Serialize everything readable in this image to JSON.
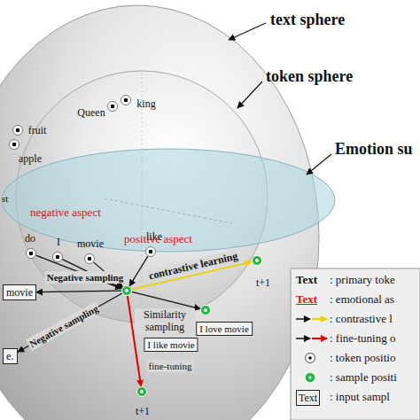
{
  "diagram": {
    "nodes": [
      {
        "text": [
          "Queen"
        ]
      },
      {
        "text": [
          "king"
        ]
      },
      {
        "text": [
          "fruit"
        ]
      },
      {
        "text": [
          "apple"
        ]
      },
      {
        "text": [
          "do"
        ]
      },
      {
        "text": [
          "I"
        ]
      },
      {
        "text": [
          "movie"
        ]
      },
      {
        "text": [
          "like"
        ]
      },
      {
        "text": [
          "I like movie"
        ]
      },
      {
        "text": [
          "t+1"
        ]
      },
      {
        "text": [
          "I love movie"
        ]
      },
      {
        "text": [
          "t+1"
        ]
      },
      {
        "text": [
          "movie"
        ]
      },
      {
        "text": [
          "e."
        ]
      }
    ],
    "edges": [
      {
        "from": 4,
        "to": 8,
        "arrow": "to"
      },
      {
        "from": 5,
        "to": 8,
        "arrow": "to"
      },
      {
        "from": 6,
        "to": 8,
        "arrow": "to"
      },
      {
        "from": 7,
        "to": 8,
        "arrow": "to"
      },
      {
        "from": 8,
        "to": 9,
        "label": "contrastive learning",
        "arrow": "to"
      },
      {
        "from": 8,
        "to": 10,
        "label": "Similarity sampling",
        "arrow": "to"
      },
      {
        "from": 8,
        "to": 11,
        "label": "fine-tuning",
        "arrow": "to"
      },
      {
        "from": 8,
        "to": 12,
        "label": "Negative sampling",
        "arrow": "to"
      },
      {
        "from": 8,
        "to": 13,
        "label": "Negative sampling",
        "arrow": "to"
      }
    ],
    "labels": [
      "text sphere",
      "token sphere",
      "Emotion su",
      "negative aspect",
      "positive aspect",
      "st",
      "Text",
      "Text",
      "Text"
    ],
    "legend": [
      {
        "text": ": primary toke"
      },
      {
        "text": ": emotional as"
      },
      {
        "text": ": contrastive l"
      },
      {
        "text": ": fine-tuning o"
      },
      {
        "text": ": token positio"
      },
      {
        "text": ": sample positi"
      },
      {
        "text": ": input sampl"
      }
    ]
  }
}
